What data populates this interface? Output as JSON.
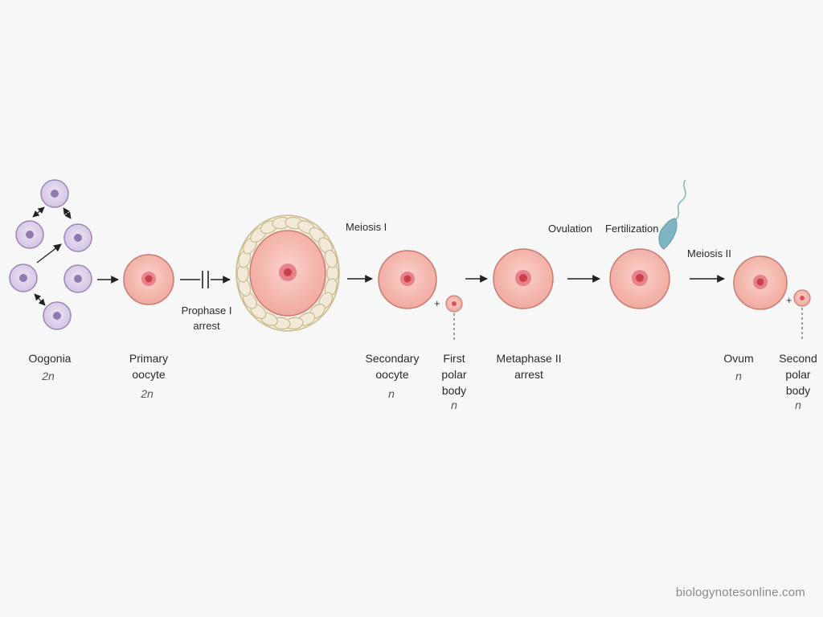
{
  "stages": {
    "oogonia": {
      "label": "Oogonia",
      "ploidy": "2n"
    },
    "primary_oocyte": {
      "label": "Primary\noocyte",
      "ploidy": "2n"
    },
    "prophase_arrest": {
      "label": "Prophase I\narrest"
    },
    "secondary_oocyte": {
      "label": "Secondary\noocyte",
      "ploidy": "n"
    },
    "first_polar_body": {
      "label": "First\npolar\nbody",
      "ploidy": "n"
    },
    "metaphase_arrest": {
      "label": "Metaphase II\narrest"
    },
    "ovum": {
      "label": "Ovum",
      "ploidy": "n"
    },
    "second_polar_body": {
      "label": "Second\npolar\nbody",
      "ploidy": "n"
    }
  },
  "process_labels": {
    "meiosis_1": "Meiosis I",
    "ovulation": "Ovulation",
    "fertilization": "Fertilization",
    "meiosis_2": "Meiosis II"
  },
  "plus_sign": "+",
  "watermark": "biologynotesonline.com",
  "colors": {
    "oogonia_fill": "#ddd2ea",
    "oogonia_stroke": "#9b86b8",
    "oocyte_fill": "#f4b6ac",
    "oocyte_stroke": "#c97a72",
    "nucleus": "#d9545a",
    "follicle_fill": "#f2ead8",
    "follicle_stroke": "#c9b98e",
    "sperm": "#7fb5c2"
  }
}
